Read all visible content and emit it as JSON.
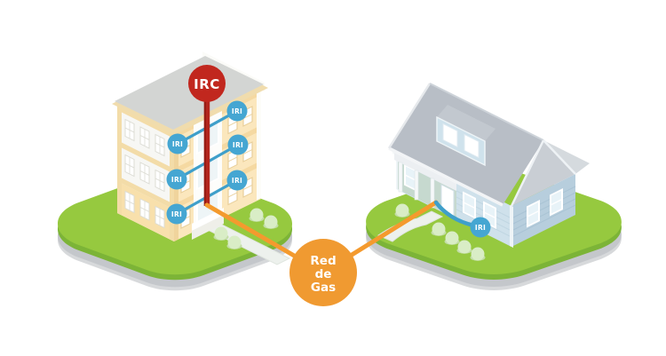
{
  "diagram": {
    "description_labels": {
      "irc_label": "IRC",
      "iri_label": "IRI",
      "gas_line1": "Red",
      "gas_line2": "de",
      "gas_line3": "Gas"
    },
    "nodes": {
      "irc": {
        "label": "IRC",
        "color": "#c1271e"
      },
      "iri": {
        "label": "IRI",
        "color": "#45a6d2"
      },
      "gas": {
        "line1": "Red",
        "line2": "de",
        "line3": "Gas",
        "color": "#f09a31"
      }
    },
    "counts": {
      "building_iri_nodes": 6,
      "house_iri_nodes": 1
    },
    "colors": {
      "background": "#ffffff",
      "riser_pipe_red": "#b3251d",
      "branch_line_blue": "#3f9fca",
      "service_line_orange": "#f49a2e",
      "lawn_green": "#96c93f",
      "lawn_rim_green": "#7cb437",
      "platform_gray": "#c4c7cb",
      "building_cream": "#fbe7bd",
      "building_white": "#f7f7f4",
      "roof_gray": "#d3d5d3",
      "house_wall_blue": "#cfe1eb",
      "house_roof_gray": "#b8bec6"
    }
  }
}
